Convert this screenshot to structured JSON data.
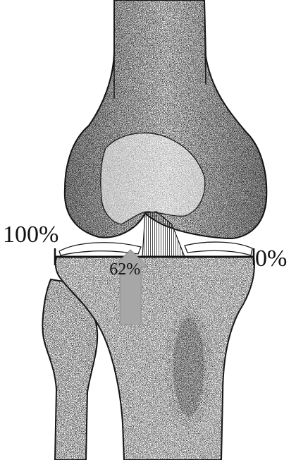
{
  "labels": {
    "left": "100%",
    "right": "0%",
    "marker": "62%"
  },
  "marker_position_percent": 62,
  "colors": {
    "ink": "#1a1a1a",
    "bone_fill": "#ffffff",
    "arrow": "#a7a7a7"
  }
}
